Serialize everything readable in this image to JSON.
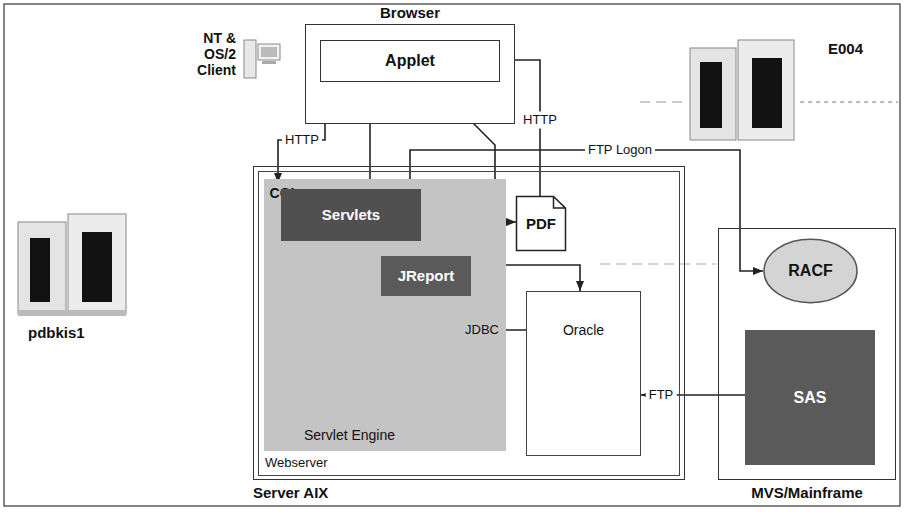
{
  "diagram": {
    "nodes": [
      {
        "text": [
          "Browser"
        ]
      },
      {
        "text": [
          "Applet"
        ],
        "in": 0
      },
      {
        "text": [
          "Server AIX"
        ]
      },
      {
        "text": [
          "Webserver"
        ],
        "in": 2
      },
      {
        "text": [
          "Servlet Engine"
        ],
        "in": 3
      },
      {
        "text": [
          "CGI"
        ],
        "in": 4
      },
      {
        "text": [
          "Servlets"
        ],
        "in": 4
      },
      {
        "text": [
          "JReport"
        ],
        "in": 4
      },
      {
        "text": [
          "PDF"
        ],
        "in": 3
      },
      {
        "text": [
          "Oracle"
        ],
        "in": 3
      },
      {
        "text": [
          "MVS/Mainframe"
        ]
      },
      {
        "text": [
          "RACF"
        ],
        "in": 10
      },
      {
        "text": [
          "SAS"
        ],
        "in": 10
      }
    ],
    "edges": [
      {
        "from": 1,
        "to": 5,
        "label": "HTTP",
        "arrow": "both"
      },
      {
        "from": 6,
        "to": 1,
        "arrow": "to"
      },
      {
        "from": 8,
        "to": 1,
        "label": "HTTP",
        "arrow": "to"
      },
      {
        "from": 1,
        "to": 9,
        "arrow": "to"
      },
      {
        "from": 6,
        "to": 11,
        "label": "FTP Logon",
        "arrow": "both"
      },
      {
        "from": 6,
        "to": 7,
        "arrow": "to"
      },
      {
        "from": 7,
        "to": 8,
        "arrow": "to"
      },
      {
        "from": 9,
        "to": 7,
        "label": "JDBC",
        "arrow": "to"
      },
      {
        "from": 12,
        "to": 9,
        "label": "FTP",
        "arrow": "to"
      }
    ],
    "labels": [
      "NT & OS/2 Client",
      "E004",
      "pdbkis1"
    ]
  }
}
